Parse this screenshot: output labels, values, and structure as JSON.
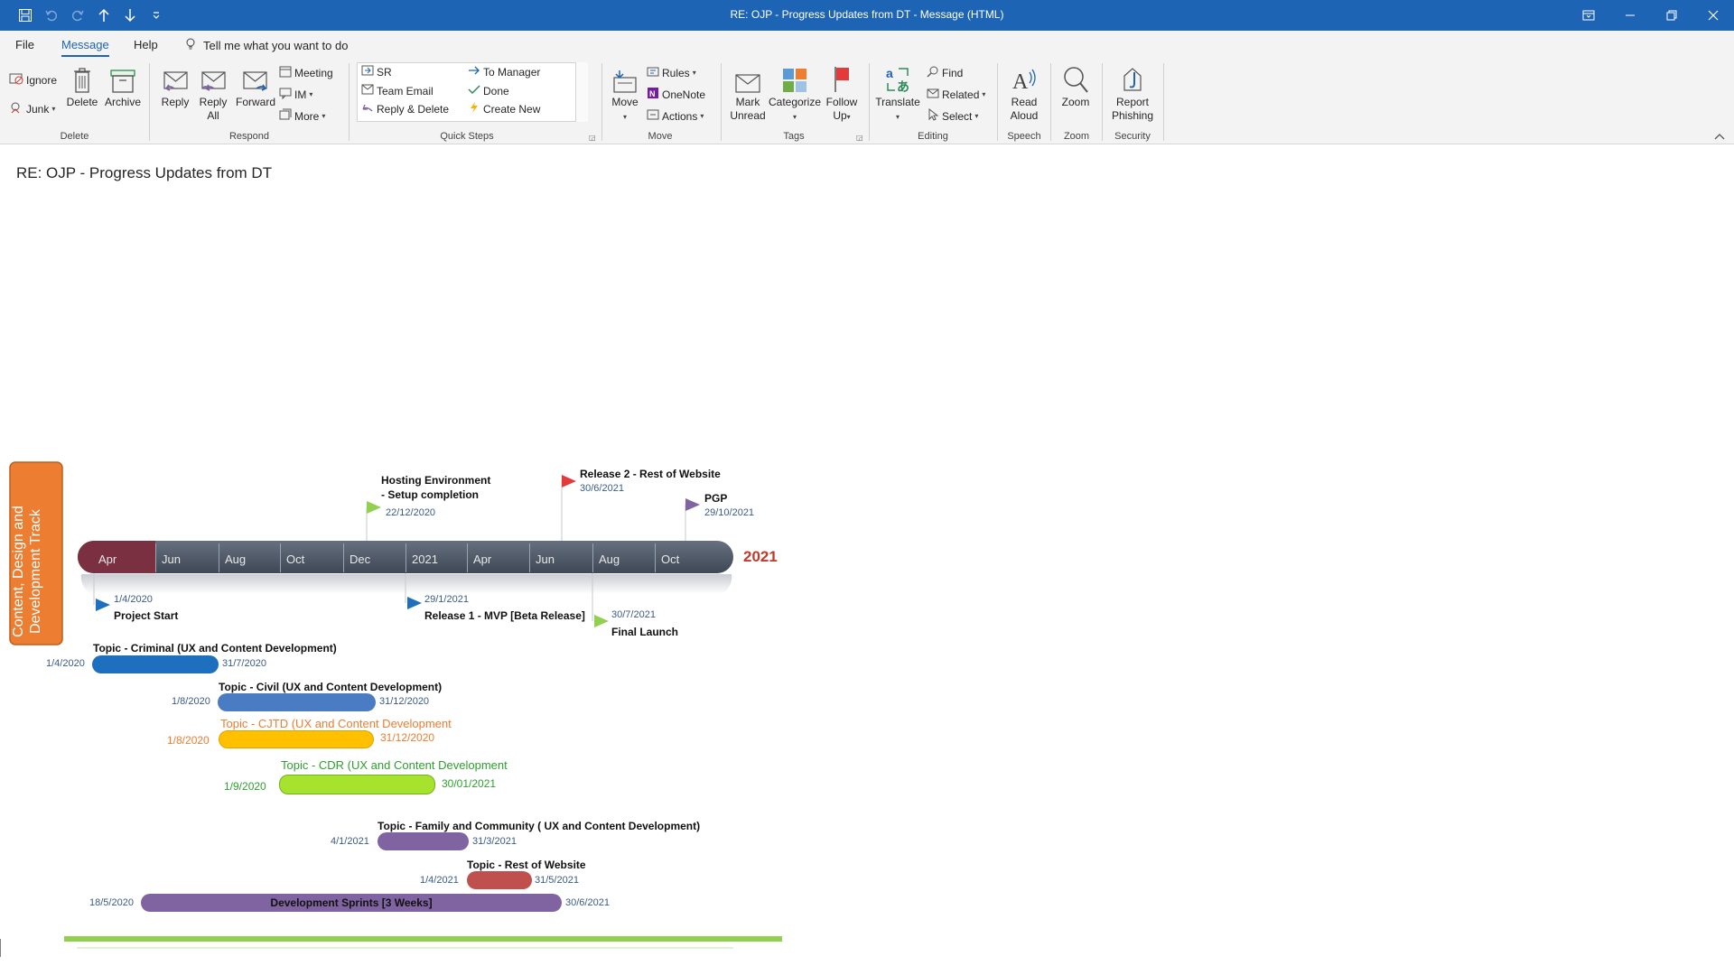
{
  "window": {
    "title": "RE: OJP - Progress Updates from DT  -  Message (HTML)"
  },
  "menu": {
    "items": [
      "File",
      "Message",
      "Help"
    ],
    "tell_me": "Tell me what you want to do"
  },
  "ribbon": {
    "delete_group": {
      "label": "Delete",
      "ignore": "Ignore",
      "junk": "Junk",
      "delete": "Delete",
      "archive": "Archive"
    },
    "respond_group": {
      "label": "Respond",
      "reply": "Reply",
      "reply_all_1": "Reply",
      "reply_all_2": "All",
      "forward": "Forward",
      "meeting": "Meeting",
      "im": "IM",
      "more": "More"
    },
    "quick_steps_group": {
      "label": "Quick Steps",
      "items": [
        "SR",
        "Team Email",
        "Reply & Delete",
        "To Manager",
        "Done",
        "Create New"
      ]
    },
    "move_group": {
      "label": "Move",
      "move": "Move",
      "rules": "Rules",
      "onenote": "OneNote",
      "actions": "Actions"
    },
    "tags_group": {
      "label": "Tags",
      "mark_unread_1": "Mark",
      "mark_unread_2": "Unread",
      "categorize": "Categorize",
      "follow_up_1": "Follow",
      "follow_up_2": "Up"
    },
    "editing_group": {
      "label": "Editing",
      "translate": "Translate",
      "find": "Find",
      "related": "Related",
      "select": "Select"
    },
    "speech_group": {
      "label": "Speech",
      "read_aloud_1": "Read",
      "read_aloud_2": "Aloud"
    },
    "zoom_group": {
      "label": "Zoom",
      "zoom": "Zoom"
    },
    "security_group": {
      "label": "Security",
      "report_1": "Report",
      "report_2": "Phishing"
    }
  },
  "email": {
    "subject": "RE: OJP - Progress Updates from DT"
  },
  "timeline": {
    "track_label_1": "Content, Design and",
    "track_label_2": "Development Track",
    "year_label": "2021",
    "months": [
      "Apr",
      "Jun",
      "Aug",
      "Oct",
      "Dec",
      "2021",
      "Apr",
      "Jun",
      "Aug",
      "Oct"
    ],
    "milestones_above": [
      {
        "title_1": "Hosting Environment",
        "title_2": "- Setup completion",
        "date": "22/12/2020"
      },
      {
        "title_1": "Release 2 - Rest of Website",
        "date": "30/6/2021"
      },
      {
        "title_1": "PGP",
        "date": "29/10/2021"
      }
    ],
    "milestones_below": [
      {
        "title": "Project Start",
        "date": "1/4/2020"
      },
      {
        "title": "Release 1 - MVP [Beta Release]",
        "date": "29/1/2021"
      },
      {
        "title": "Final Launch",
        "date": "30/7/2021"
      }
    ],
    "tasks": [
      {
        "name": "Topic - Criminal (UX and Content Development)",
        "start": "1/4/2020",
        "end": "31/7/2020",
        "color": "#1f6fbf"
      },
      {
        "name": "Topic - Civil (UX and Content Development)",
        "start": "1/8/2020",
        "end": "31/12/2020",
        "color": "#4a7cc4"
      },
      {
        "name": "Topic - CJTD (UX and Content Development",
        "start": "1/8/2020",
        "end": "31/12/2020",
        "color": "#ffc000"
      },
      {
        "name": "Topic - CDR (UX and Content Development",
        "start": "1/9/2020",
        "end": "30/01/2021",
        "color": "#92d050"
      },
      {
        "name": "Topic - Family and Community ( UX and Content Development)",
        "start": "4/1/2021",
        "end": "31/3/2021",
        "color": "#8064a2"
      },
      {
        "name": "Topic - Rest of Website",
        "start": "1/4/2021",
        "end": "31/5/2021",
        "color": "#c0504d"
      },
      {
        "name": "Development Sprints [3 Weeks]",
        "start": "18/5/2020",
        "end": "30/6/2021",
        "color": "#8064a2"
      }
    ]
  },
  "colors": {
    "titlebar": "#1e64b4",
    "ribbon": "#f3f3f3",
    "track_orange": "#ed7d31",
    "accent_red": "#c0392b"
  }
}
